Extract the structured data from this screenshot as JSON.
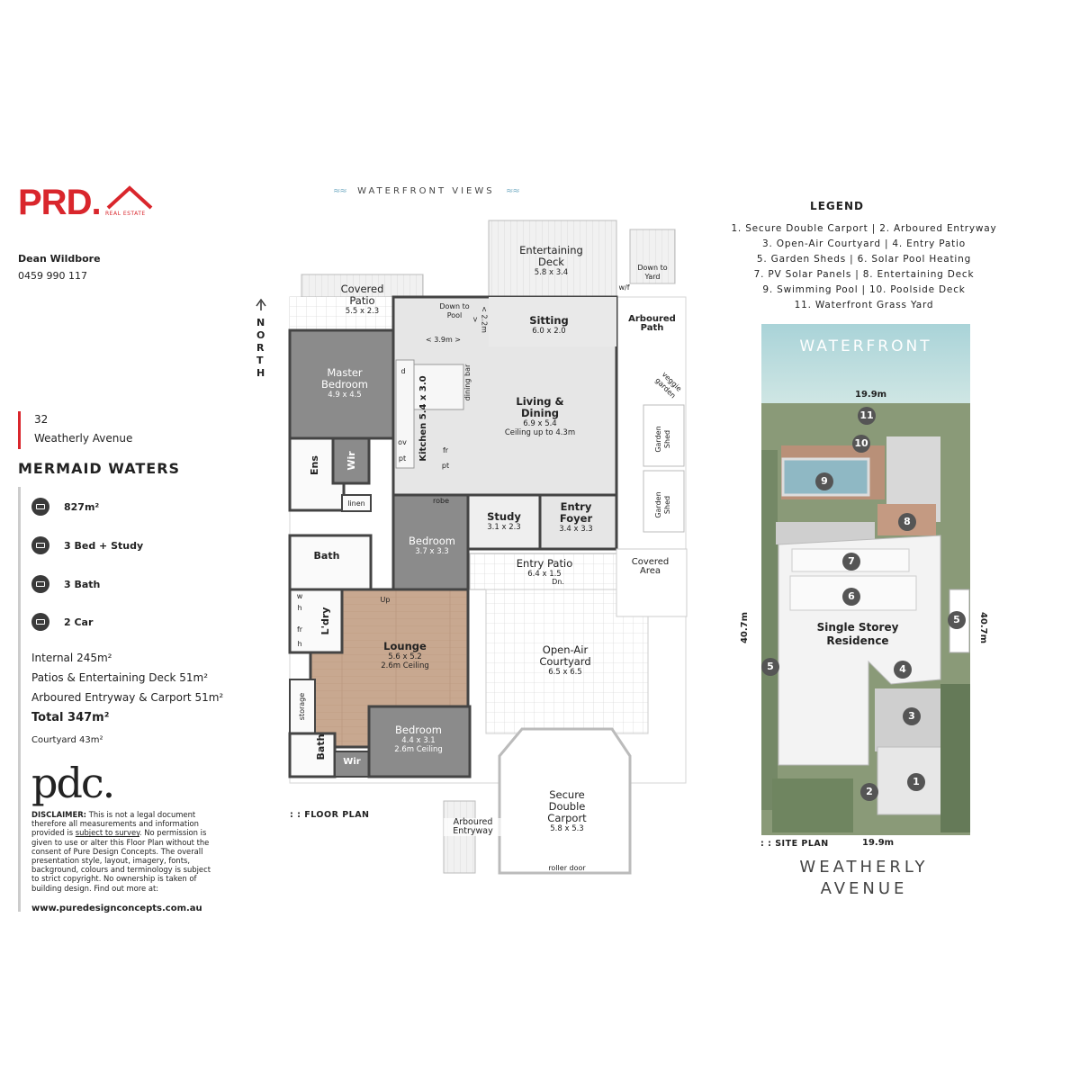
{
  "branding": {
    "logo_text": "PRD.",
    "logo_sub": "REAL ESTATE",
    "agent_name": "Dean Wildbore",
    "agent_phone": "0459 990 117",
    "pdc_logo": "pdc.",
    "accent_color": "#d9262c"
  },
  "property": {
    "street_number": "32",
    "street_name": "Weatherly Avenue",
    "suburb": "MERMAID WATERS",
    "stats": [
      {
        "icon": "land-size-icon",
        "label": "827m²"
      },
      {
        "icon": "bed-icon",
        "label": "3 Bed + Study"
      },
      {
        "icon": "bath-icon",
        "label": "3 Bath"
      },
      {
        "icon": "car-icon",
        "label": "2 Car"
      }
    ],
    "areas": {
      "internal": "Internal 245m²",
      "patios": "Patios & Entertaining Deck 51m²",
      "arboured": "Arboured Entryway & Carport 51m²",
      "total": "Total 347m²",
      "courtyard": "Courtyard 43m²"
    }
  },
  "disclaimer": {
    "heading": "DISCLAIMER:",
    "part1": " This is not a legal document therefore all measurements and information provided is ",
    "underlined": "subject to survey",
    "part2": ". No permission is given to use or alter this Floor Plan without the consent of Pure Design Concepts. The overall presentation style, layout, imagery, fonts, background, colours and terminology is subject to strict copyright. No ownership is taken of building design. Find out more at:",
    "url": "www.puredesignconcepts.com.au"
  },
  "floor_plan": {
    "heading": "WATERFRONT VIEWS",
    "label": ": : FLOOR PLAN",
    "compass": "NORTH",
    "rooms": {
      "entertaining_deck": {
        "name": "Entertaining\nDeck",
        "dim": "5.8 x 3.4"
      },
      "covered_patio": {
        "name": "Covered\nPatio",
        "dim": "5.5 x 2.3"
      },
      "down_to_pool": "Down to\nPool",
      "down_to_yard": "Down to\nYard",
      "wf": "w/f",
      "sitting": {
        "name": "Sitting",
        "dim": "6.0 x 2.0"
      },
      "arboured_path": "Arboured\nPath",
      "master_bedroom": {
        "name": "Master\nBedroom",
        "dim": "4.9 x 4.5"
      },
      "kitchen": "Kitchen 5.4 x 3.0",
      "dining_bar": "dining bar",
      "living_dining": {
        "name": "Living &\nDining",
        "dim": "6.9 x 5.4\nCeiling up to 4.3m"
      },
      "veggie_garden": "veggie\ngarden",
      "garden_shed": "Garden\nShed",
      "ens": "Ens",
      "wir": "Wir",
      "linen": "linen",
      "robe": "robe",
      "bedroom2": {
        "name": "Bedroom",
        "dim": "3.7 x 3.3"
      },
      "study": {
        "name": "Study",
        "dim": "3.1 x 2.3"
      },
      "entry_foyer": {
        "name": "Entry\nFoyer",
        "dim": "3.4 x 3.3"
      },
      "bath": "Bath",
      "entry_patio": {
        "name": "Entry Patio",
        "dim": "6.4 x 1.5"
      },
      "covered_area": "Covered\nArea",
      "dn": "Dn.",
      "up": "Up",
      "laundry": "L'dry",
      "lounge": {
        "name": "Lounge",
        "dim": "5.6 x 5.2\n2.6m Ceiling"
      },
      "courtyard": {
        "name": "Open-Air\nCourtyard",
        "dim": "6.5 x 6.5"
      },
      "storage": "storage",
      "bedroom3": {
        "name": "Bedroom",
        "dim": "4.4 x 3.1\n2.6m Ceiling"
      },
      "bath2": "Bath",
      "wir2": "Wir",
      "carport": {
        "name": "Secure\nDouble\nCarport",
        "dim": "5.8 x 5.3"
      },
      "roller_door": "roller door",
      "arboured_entryway": "Arboured\nEntryway",
      "dim_39": "< 3.9m >",
      "dim_22": "< 2.2m >",
      "k_d": "d",
      "k_ov": "ov",
      "k_pt": "pt",
      "k_fr": "fr",
      "k_pt2": "pt",
      "k_h": "h",
      "k_fr2": "fr",
      "k_h2": "h",
      "k_w": "w"
    }
  },
  "legend": {
    "title": "LEGEND",
    "lines": [
      "1. Secure Double Carport  |  2. Arboured Entryway",
      "3. Open-Air Courtyard  |  4. Entry Patio",
      "5. Garden Sheds  |  6. Solar Pool Heating",
      "7. PV Solar Panels  |  8. Entertaining Deck",
      "9. Swimming Pool  |  10. Poolside Deck",
      "11. Waterfront Grass Yard"
    ]
  },
  "site_plan": {
    "waterfront": "WATERFRONT",
    "residence": "Single Storey\nResidence",
    "width_top": "19.9m",
    "width_bottom": "19.9m",
    "depth_left": "40.7m",
    "depth_right": "40.7m",
    "label": ": : SITE PLAN",
    "markers": [
      "1",
      "2",
      "3",
      "4",
      "5",
      "5",
      "6",
      "7",
      "8",
      "9",
      "10",
      "11"
    ],
    "street_line1": "WEATHERLY",
    "street_line2": "AVENUE"
  }
}
